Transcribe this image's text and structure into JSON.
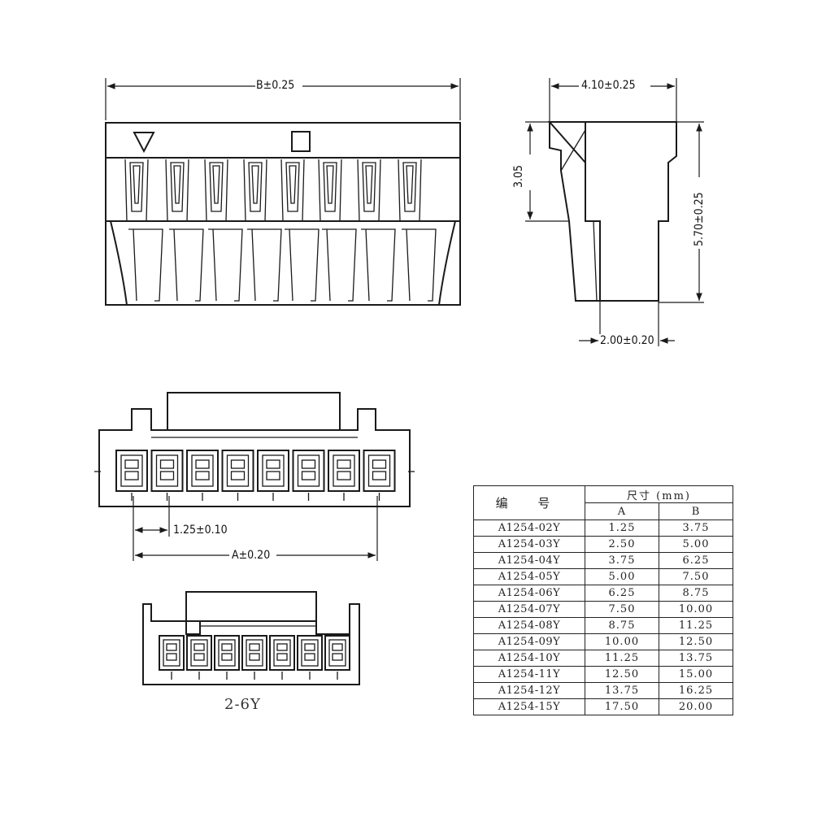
{
  "dimensions": {
    "b_width": "B±0.25",
    "side_width": "4.10±0.25",
    "side_upper_height": "3.05",
    "side_total_height": "5.70±0.25",
    "side_pin_width": "2.00±0.20",
    "pitch": "1.25±0.10",
    "a_width": "A±0.20"
  },
  "bottom_view_label": "2-6Y",
  "table": {
    "code_header": "编 号",
    "size_header": "尺寸 (mm)",
    "col_a": "A",
    "col_b": "B",
    "rows": [
      {
        "model": "A1254-02Y",
        "a": "1.25",
        "b": "3.75"
      },
      {
        "model": "A1254-03Y",
        "a": "2.50",
        "b": "5.00"
      },
      {
        "model": "A1254-04Y",
        "a": "3.75",
        "b": "6.25"
      },
      {
        "model": "A1254-05Y",
        "a": "5.00",
        "b": "7.50"
      },
      {
        "model": "A1254-06Y",
        "a": "6.25",
        "b": "8.75"
      },
      {
        "model": "A1254-07Y",
        "a": "7.50",
        "b": "10.00"
      },
      {
        "model": "A1254-08Y",
        "a": "8.75",
        "b": "11.25"
      },
      {
        "model": "A1254-09Y",
        "a": "10.00",
        "b": "12.50"
      },
      {
        "model": "A1254-10Y",
        "a": "11.25",
        "b": "13.75"
      },
      {
        "model": "A1254-11Y",
        "a": "12.50",
        "b": "15.00"
      },
      {
        "model": "A1254-12Y",
        "a": "13.75",
        "b": "16.25"
      },
      {
        "model": "A1254-15Y",
        "a": "17.50",
        "b": "20.00"
      }
    ]
  }
}
